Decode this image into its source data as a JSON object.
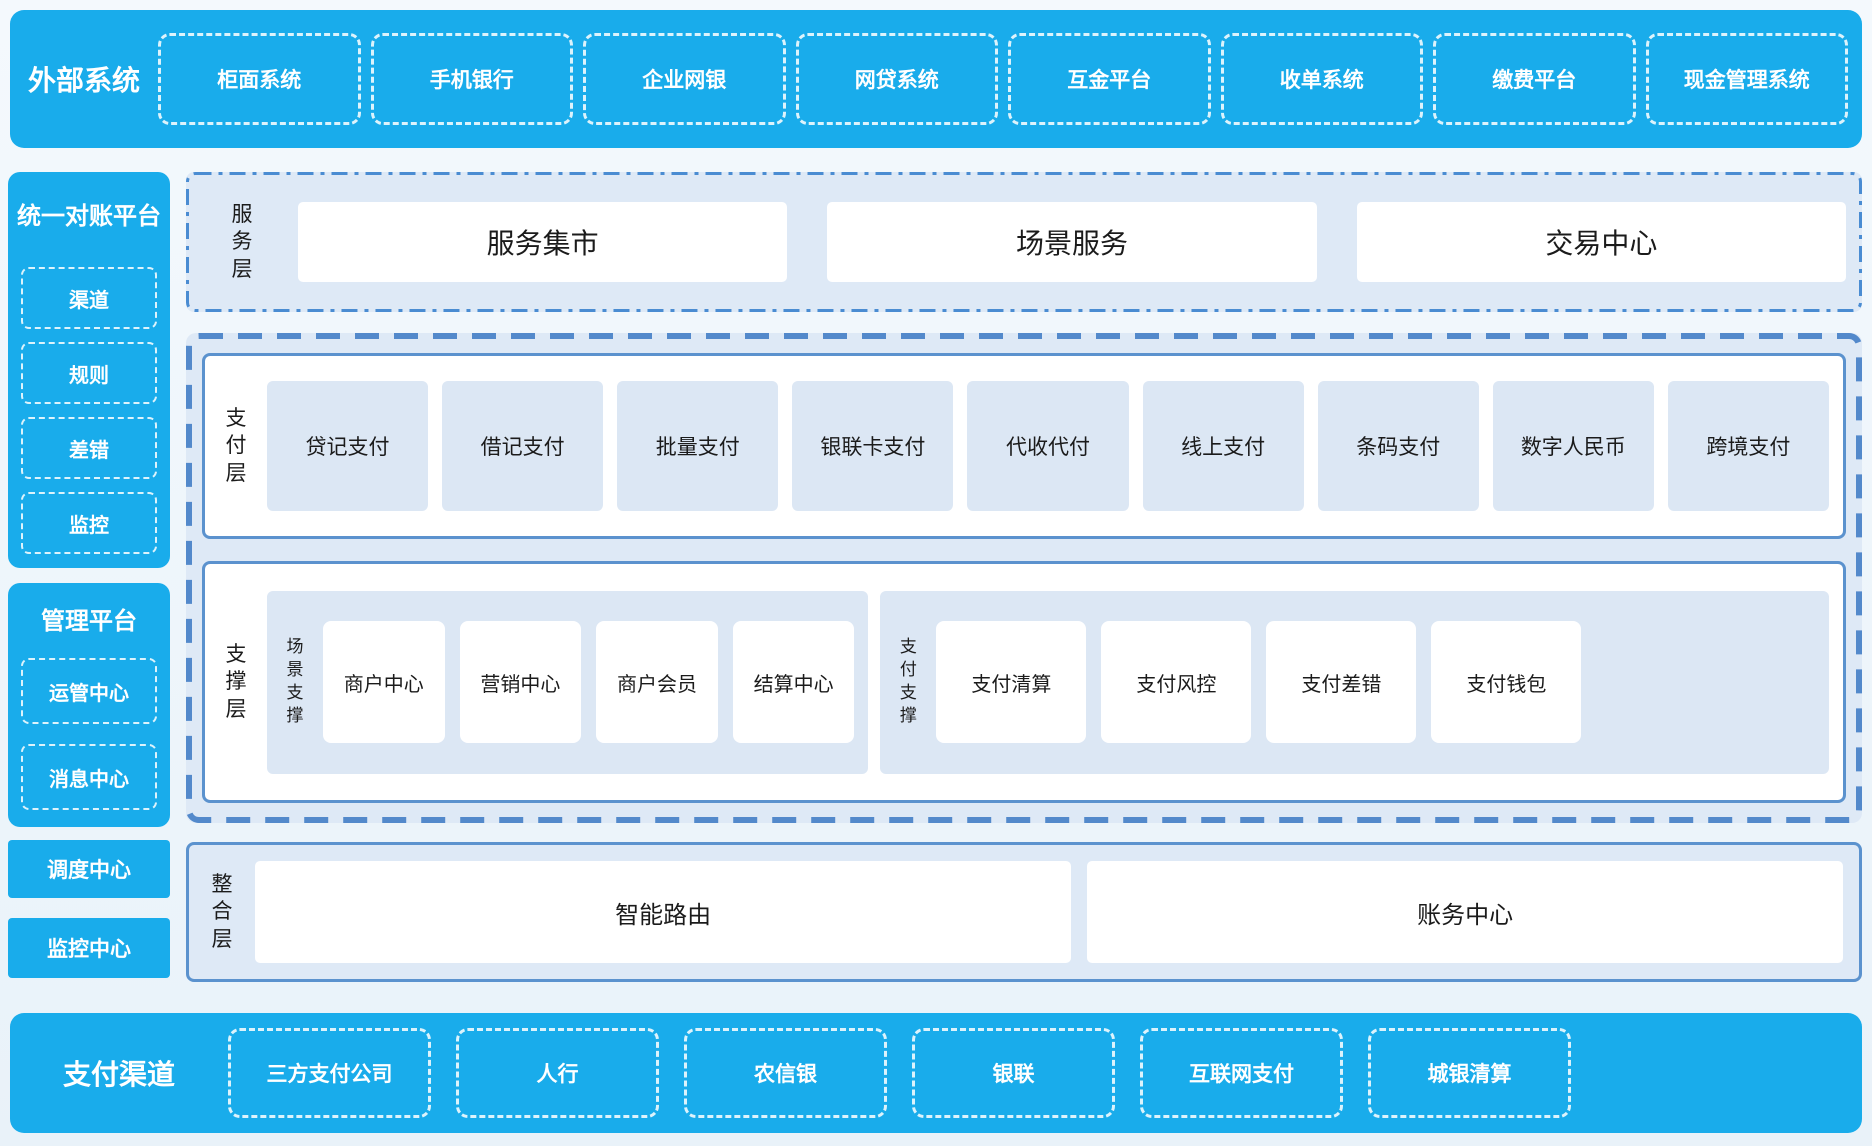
{
  "colors": {
    "bar_blue": "#19ACEB",
    "panel_bg": "#DEE9F6",
    "box_bg": "#DCE7F4",
    "border_blue": "#5B92CE",
    "dash_blue": "#4A8CD2",
    "text_dark": "#1B1B1B",
    "text_white": "#FFFFFF"
  },
  "external": {
    "label": "外部系统",
    "items": [
      "柜面系统",
      "手机银行",
      "企业网银",
      "网贷系统",
      "互金平台",
      "收单系统",
      "缴费平台",
      "现金管理系统"
    ]
  },
  "reconciliation": {
    "title": "统一对账平台",
    "items": [
      "渠道",
      "规则",
      "差错",
      "监控"
    ]
  },
  "management": {
    "title": "管理平台",
    "items": [
      "运管中心",
      "消息中心"
    ]
  },
  "standalone": {
    "items": [
      "调度中心",
      "监控中心"
    ]
  },
  "service_layer": {
    "label": "服务层",
    "items": [
      "服务集市",
      "场景服务",
      "交易中心"
    ]
  },
  "payment_layer": {
    "label": "支付层",
    "items": [
      "贷记支付",
      "借记支付",
      "批量支付",
      "银联卡支付",
      "代收代付",
      "线上支付",
      "条码支付",
      "数字人民币",
      "跨境支付"
    ]
  },
  "support_layer": {
    "label": "支撑层",
    "scene_group": {
      "label": "场景支撑",
      "items": [
        "商户中心",
        "营销中心",
        "商户会员",
        "结算中心"
      ]
    },
    "pay_group": {
      "label": "支付支撑",
      "items": [
        "支付清算",
        "支付风控",
        "支付差错",
        "支付钱包"
      ]
    }
  },
  "integration_layer": {
    "label": "整合层",
    "items": [
      "智能路由",
      "账务中心"
    ]
  },
  "channels": {
    "label": "支付渠道",
    "items": [
      "三方支付公司",
      "人行",
      "农信银",
      "银联",
      "互联网支付",
      "城银清算"
    ]
  }
}
